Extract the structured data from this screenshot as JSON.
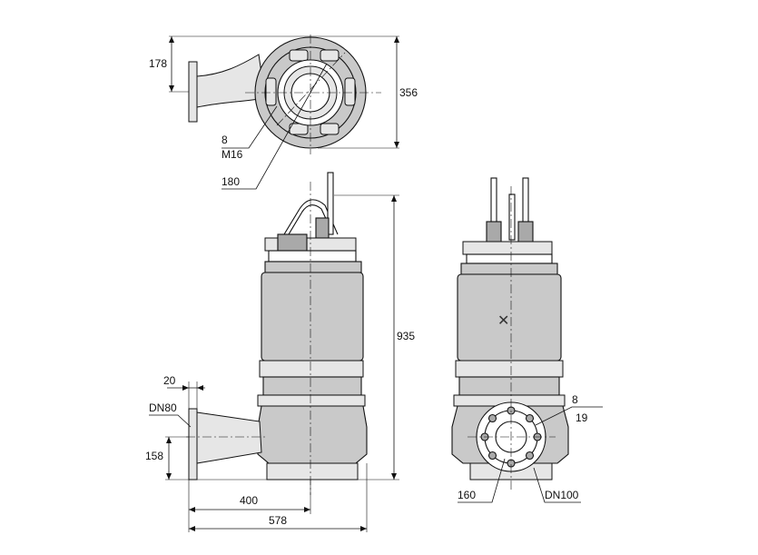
{
  "drawing": {
    "top_view": {
      "dim_178": "178",
      "dim_356": "356",
      "bolt_count": "8",
      "bolt_size": "M16",
      "dim_180": "180"
    },
    "front_view": {
      "dim_20": "20",
      "outlet_flange": "DN80",
      "dim_158": "158",
      "dim_935": "935",
      "dim_400": "400",
      "dim_578": "578"
    },
    "side_view": {
      "bolt_count": "8",
      "bolt_hole": "19",
      "bolt_circle": "160",
      "inlet_flange": "DN100"
    }
  }
}
